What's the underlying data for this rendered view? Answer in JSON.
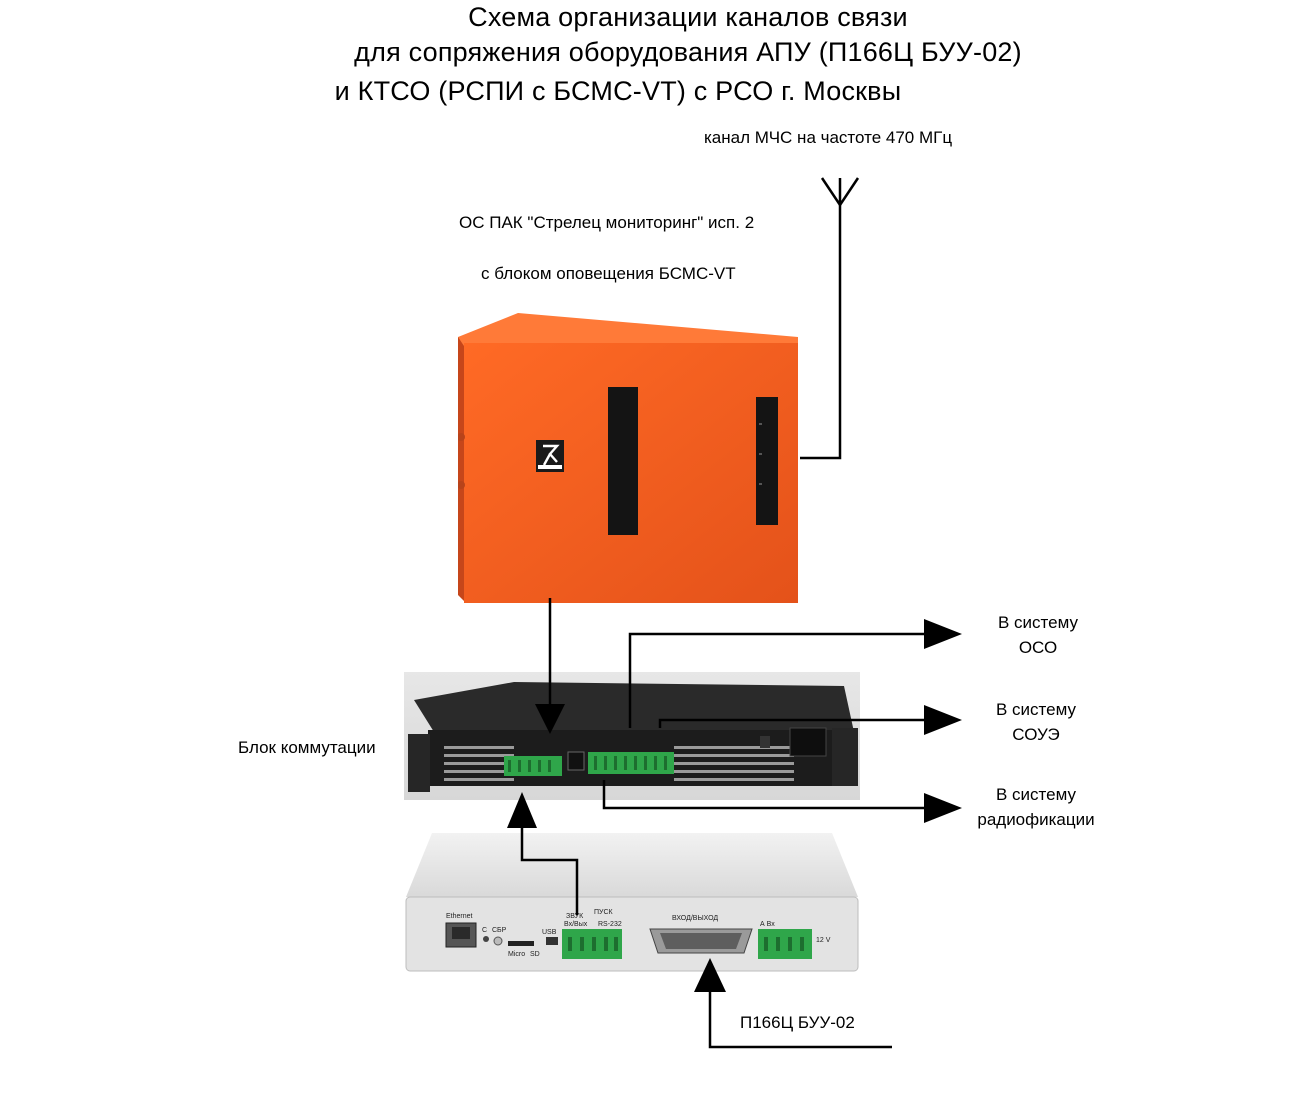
{
  "title": {
    "line1": "Схема организации каналов связи",
    "line2": "для сопряжения оборудования АПУ (П166Ц БУУ-02)",
    "line3": "и КТСО (РСПИ с БСМС-VT) с РСО г. Москвы"
  },
  "labels": {
    "channel": "канал МЧС на частоте 470 МГц",
    "os_pak": "ОС ПАК \"Стрелец мониторинг\" исп. 2",
    "bsms": "с блоком оповещения БСМС-VT",
    "switch_block": "Блок коммутации",
    "buu": "П166Ц БУУ-02"
  },
  "outputs": {
    "oso": [
      "В систему",
      "ОСО"
    ],
    "soue": [
      "В систему",
      "СОУЭ"
    ],
    "radio": [
      "В систему",
      "радиофикации"
    ]
  },
  "device_panel": {
    "ethernet": "Ethernet",
    "c": "С",
    "sbr": "СБР",
    "usb": "USB",
    "micro": "Micro",
    "sd": "SD",
    "zvuk": "ЗВУК",
    "pusk": "ПУСК",
    "vx_vyx": "Вх/Вых",
    "rs232": "RS-232",
    "vhod_vyhod": "ВХОД/ВЫХОД",
    "a_b": "А Вх",
    "volt": "12 V"
  },
  "colors": {
    "enclosure": "#f05a1e",
    "terminal": "#2fa64a"
  }
}
